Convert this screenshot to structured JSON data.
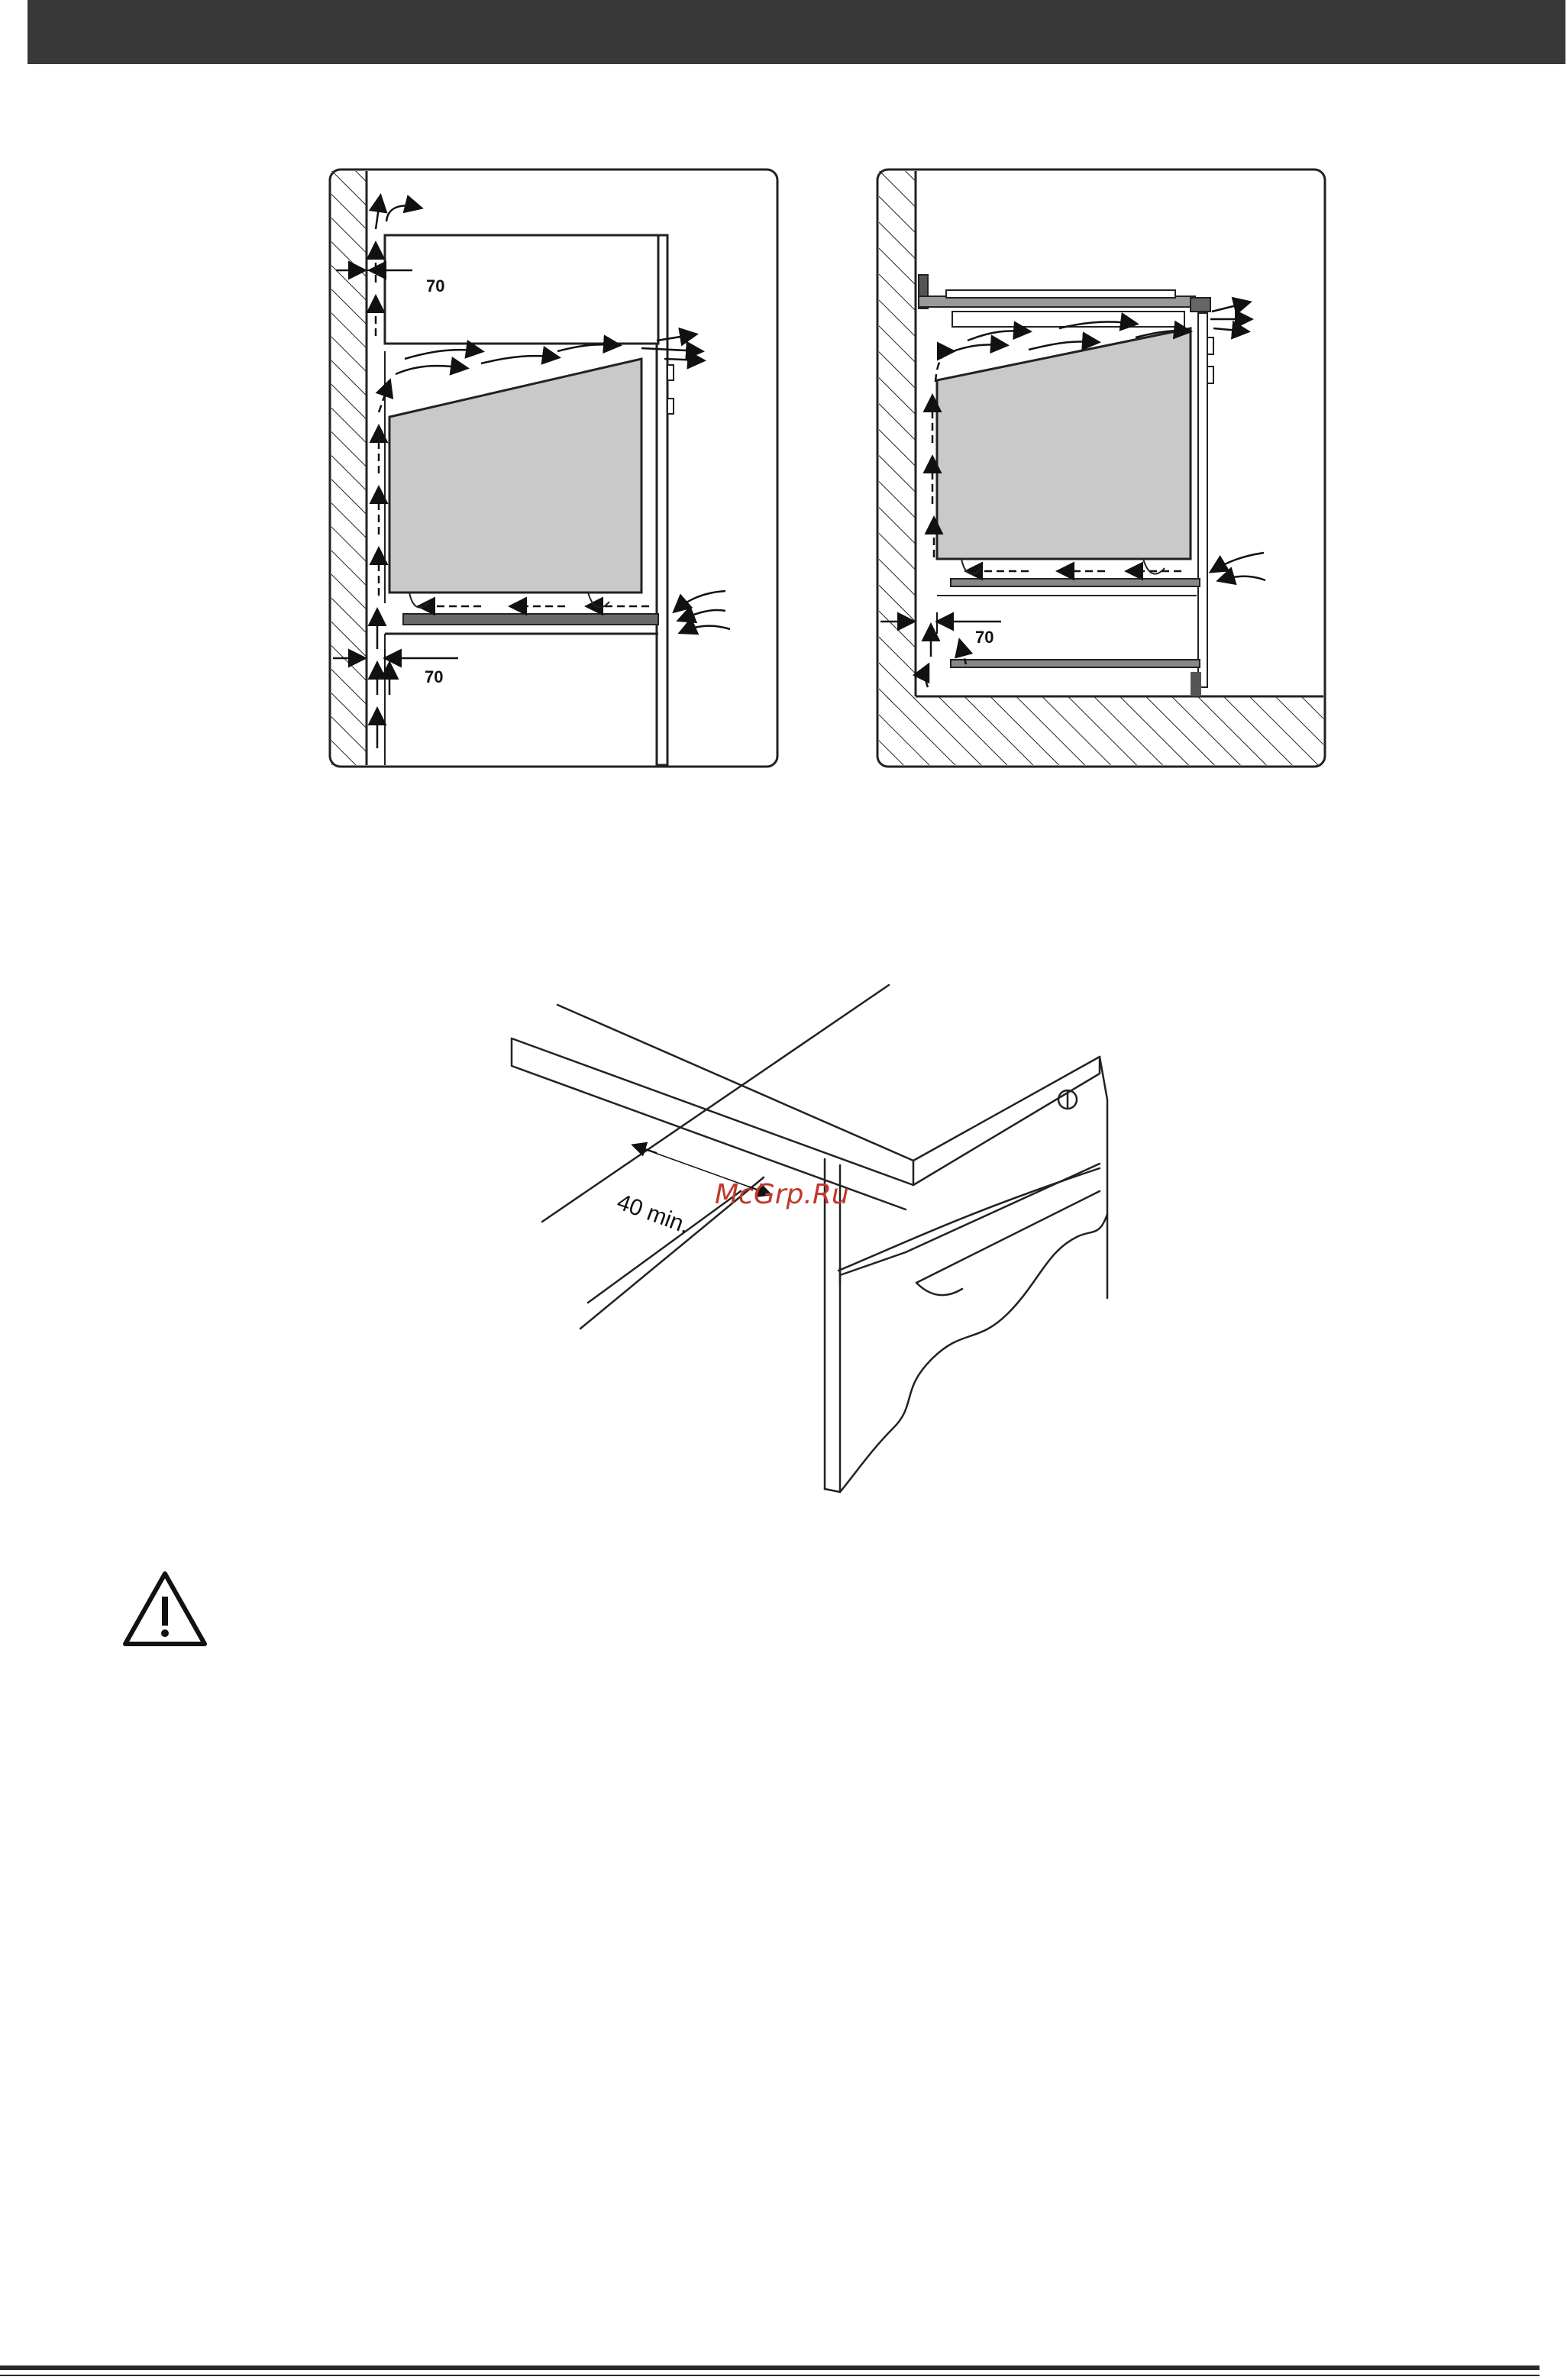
{
  "header": {
    "color": "#383838"
  },
  "diagrams": {
    "left": {
      "top_gap_label": "70",
      "bottom_gap_label": "70"
    },
    "right": {
      "gap_label": "70"
    },
    "clearance": {
      "distance_label": "40 min."
    }
  },
  "watermark": {
    "text": "McGrp.Ru",
    "color": "#c0392b"
  },
  "warning": {
    "icon": "warning-triangle-icon"
  }
}
